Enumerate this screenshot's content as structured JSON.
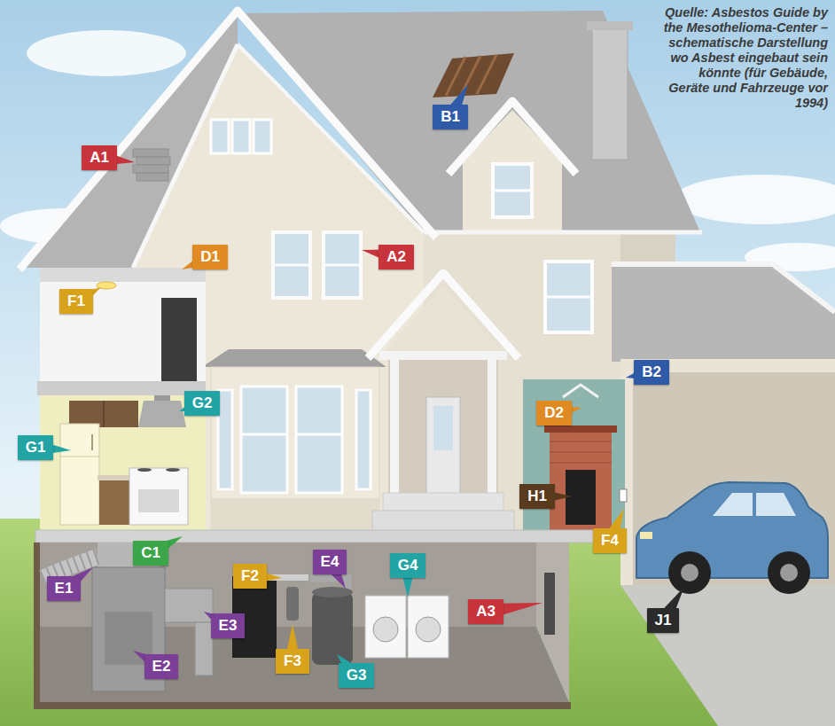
{
  "diagram": {
    "caption": "Quelle: Asbestos Guide by the Mesothelioma-Center – schematische Darstellung wo Asbest eingebaut sein könnte (für Gebäude, Geräte und Fahrzeuge vor 1994)",
    "nodes": [
      {
        "text": [
          "A1"
        ]
      },
      {
        "text": [
          "B1"
        ]
      },
      {
        "text": [
          "D1"
        ]
      },
      {
        "text": [
          "A2"
        ]
      },
      {
        "text": [
          "F1"
        ]
      },
      {
        "text": [
          "B2"
        ]
      },
      {
        "text": [
          "G2"
        ]
      },
      {
        "text": [
          "D2"
        ]
      },
      {
        "text": [
          "G1"
        ]
      },
      {
        "text": [
          "H1"
        ]
      },
      {
        "text": [
          "F4"
        ]
      },
      {
        "text": [
          "C1"
        ]
      },
      {
        "text": [
          "E4"
        ]
      },
      {
        "text": [
          "G4"
        ]
      },
      {
        "text": [
          "F2"
        ]
      },
      {
        "text": [
          "E1"
        ]
      },
      {
        "text": [
          "A3"
        ]
      },
      {
        "text": [
          "E3"
        ]
      },
      {
        "text": [
          "J1"
        ]
      },
      {
        "text": [
          "F3"
        ]
      },
      {
        "text": [
          "E2"
        ]
      },
      {
        "text": [
          "G3"
        ]
      }
    ]
  }
}
